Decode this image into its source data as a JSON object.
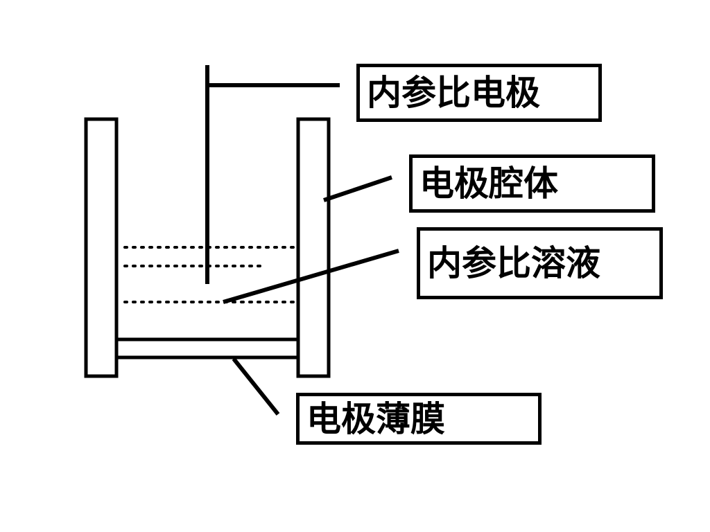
{
  "labels": {
    "internal_reference_electrode": "内参比电极",
    "electrode_cavity": "电极腔体",
    "internal_reference_solution": "内参比溶液",
    "electrode_membrane": "电极薄膜"
  },
  "colors": {
    "stroke": "#000000",
    "background": "#ffffff"
  }
}
